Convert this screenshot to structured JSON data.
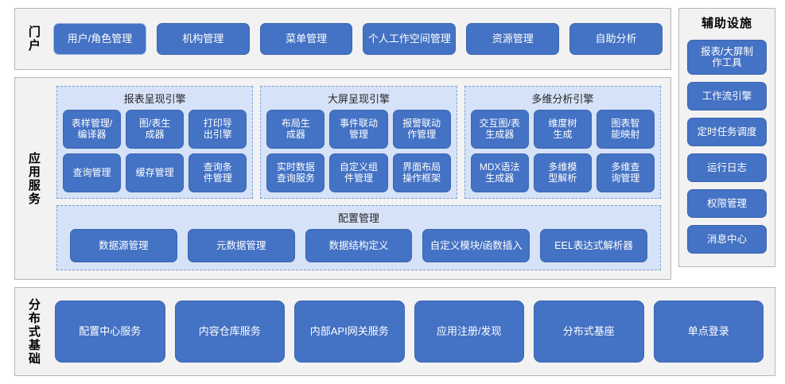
{
  "theme": {
    "button_fill": "#4472c4",
    "button_text": "#ffffff",
    "band_fill": "#f2f2f2",
    "band_border": "#b6b6b6",
    "group_fill": "#d6e2f7",
    "group_border": "#7f9fd4"
  },
  "portal": {
    "label": "门户",
    "items": [
      {
        "label": "用户/角色管理"
      },
      {
        "label": "机构管理"
      },
      {
        "label": "菜单管理"
      },
      {
        "label": "个人工作空间管理"
      },
      {
        "label": "资源管理"
      },
      {
        "label": "自助分析"
      }
    ]
  },
  "aux": {
    "title": "辅助设施",
    "items": [
      {
        "label": "报表/大屏制\n作工具"
      },
      {
        "label": "工作流引擎"
      },
      {
        "label": "定时任务调度"
      },
      {
        "label": "运行日志"
      },
      {
        "label": "权限管理"
      },
      {
        "label": "消息中心"
      }
    ]
  },
  "app": {
    "label": "应用服务",
    "engines": [
      {
        "title": "报表呈现引擎",
        "items": [
          {
            "label": "表样管理/\n编译器"
          },
          {
            "label": "图/表生\n成器"
          },
          {
            "label": "打印导\n出引擎"
          },
          {
            "label": "查询管理"
          },
          {
            "label": "缓存管理"
          },
          {
            "label": "查询条\n件管理"
          }
        ]
      },
      {
        "title": "大屏呈现引擎",
        "items": [
          {
            "label": "布局生\n成器"
          },
          {
            "label": "事件联动\n管理"
          },
          {
            "label": "报警联动\n作管理"
          },
          {
            "label": "实时数据\n查询服务"
          },
          {
            "label": "自定义组\n件管理"
          },
          {
            "label": "界面布局\n操作框架"
          }
        ]
      },
      {
        "title": "多维分析引擎",
        "items": [
          {
            "label": "交互图/表\n生成器"
          },
          {
            "label": "维度树\n生成"
          },
          {
            "label": "图表智\n能映射"
          },
          {
            "label": "MDX语法\n生成器"
          },
          {
            "label": "多维模\n型解析"
          },
          {
            "label": "多维查\n询管理"
          }
        ]
      }
    ],
    "config": {
      "title": "配置管理",
      "items": [
        {
          "label": "数据源管理"
        },
        {
          "label": "元数据管理"
        },
        {
          "label": "数据结构定义"
        },
        {
          "label": "自定义模块/函数插入"
        },
        {
          "label": "EEL表达式解析器"
        }
      ]
    }
  },
  "infra": {
    "label": "分布式基础",
    "items": [
      {
        "label": "配置中心服务"
      },
      {
        "label": "内容仓库服务"
      },
      {
        "label": "内部API网关服务"
      },
      {
        "label": "应用注册/发现"
      },
      {
        "label": "分布式基座"
      },
      {
        "label": "单点登录"
      }
    ]
  }
}
